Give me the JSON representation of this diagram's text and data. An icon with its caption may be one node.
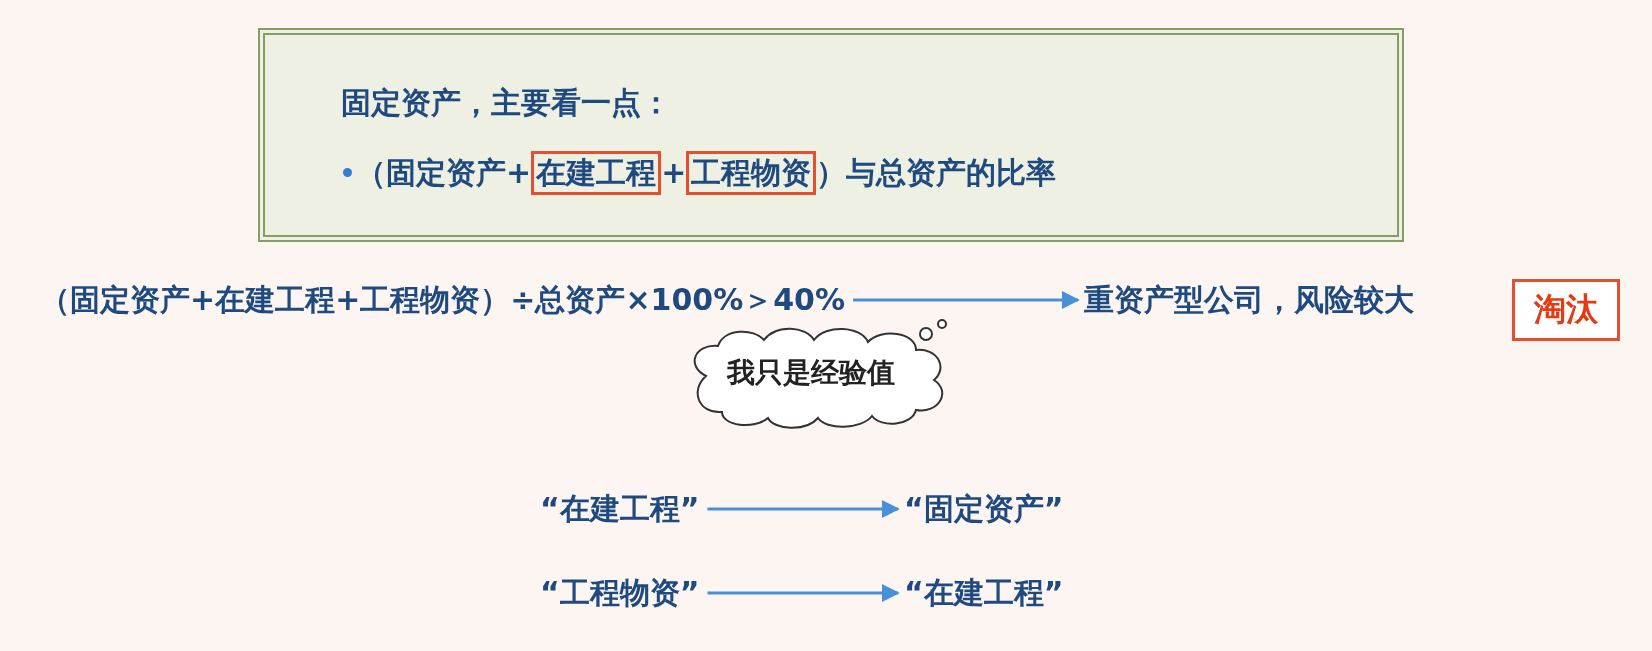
{
  "diagram": {
    "nodes": [
      {
        "text": [
          "固定资产，主要看一点：",
          "（固定资产+",
          "+",
          "）与总资产的比率"
        ]
      },
      {
        "text": [
          "在建工程"
        ],
        "in": 0
      },
      {
        "text": [
          "工程物资"
        ],
        "in": 0
      },
      {
        "text": [
          "（固定资产+在建工程+工程物资）÷总资产×100%＞40%"
        ]
      },
      {
        "text": [
          "重资产型公司，风险较大"
        ]
      },
      {
        "text": [
          "淘汰"
        ]
      },
      {
        "text": [
          "我只是经验值"
        ]
      },
      {
        "text": [
          "“在建工程”"
        ]
      },
      {
        "text": [
          "“固定资产”"
        ]
      },
      {
        "text": [
          "“工程物资”"
        ]
      },
      {
        "text": [
          "“在建工程”"
        ]
      }
    ],
    "edges": [
      {
        "from": 3,
        "to": 4,
        "arrow": "to"
      },
      {
        "from": 7,
        "to": 8,
        "arrow": "to"
      },
      {
        "from": 9,
        "to": 10,
        "arrow": "to"
      }
    ]
  }
}
